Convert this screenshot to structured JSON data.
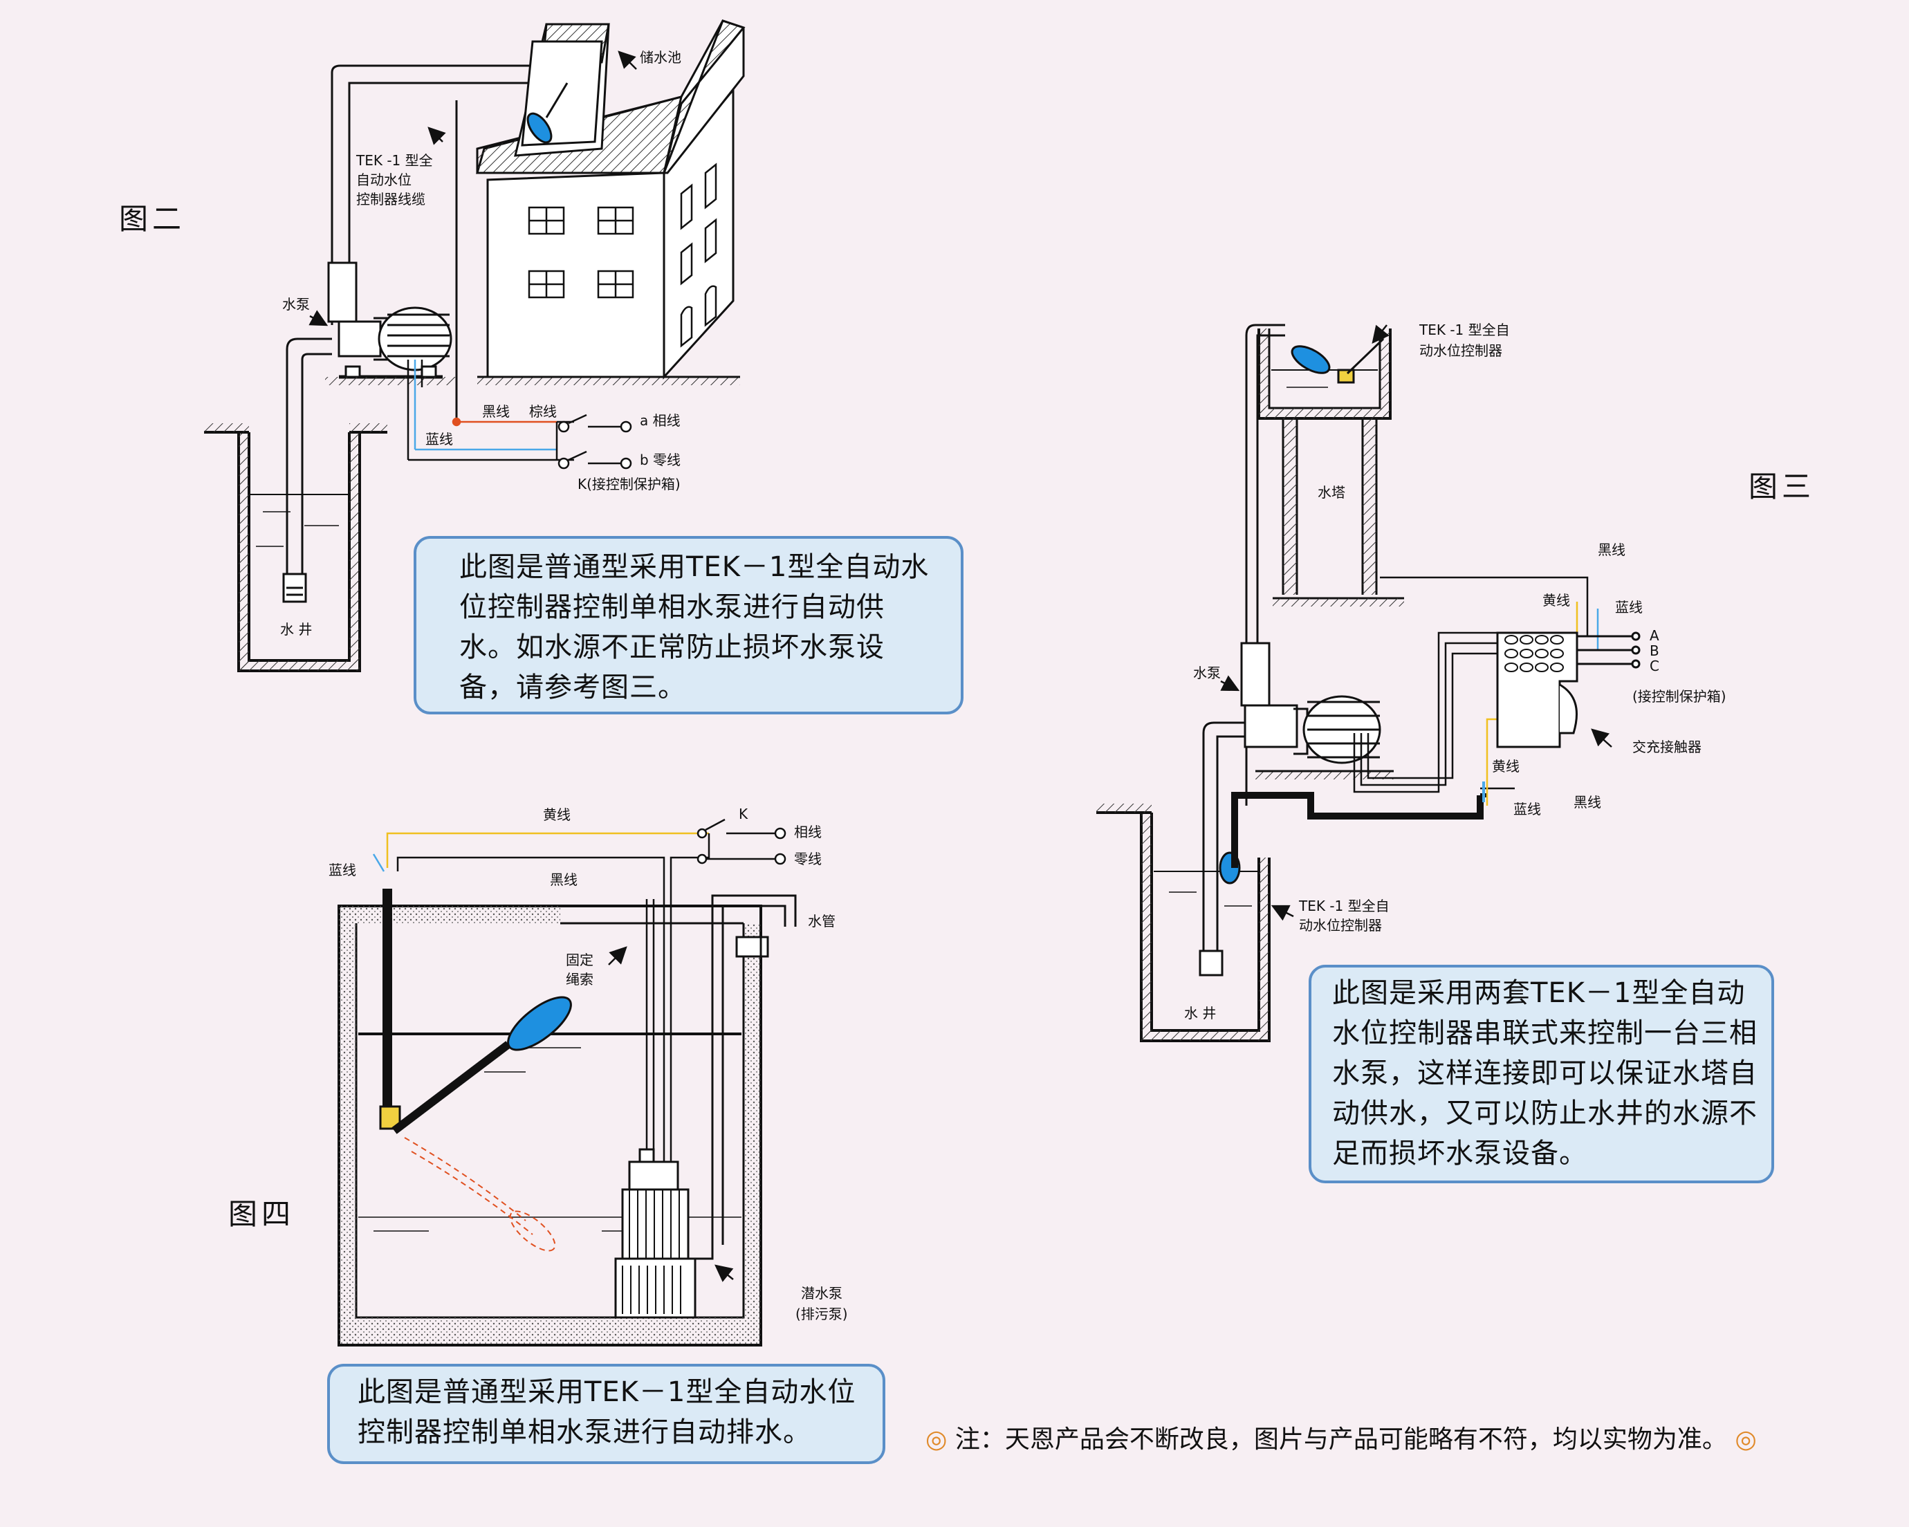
{
  "figures": {
    "fig2": {
      "title": "图二",
      "labels": {
        "tank": "储水池",
        "cable": [
          "TEK -1 型全",
          "自动水位",
          "控制器线缆"
        ],
        "pump": "水泵",
        "black": "黑线",
        "brown": "棕线",
        "blue": "蓝线",
        "phase": "a  相线",
        "neutral": "b  零线",
        "switch": "K(接控制保护箱)",
        "well": "水 井"
      },
      "note": "此图是普通型采用TEK－1型全自动水位控制器控制单相水泵进行自动供水。如水源不正常防止损坏水泵设备，请参考图三。"
    },
    "fig3": {
      "title": "图三",
      "labels": {
        "controller_top": [
          "TEK -1 型全自",
          "动水位控制器"
        ],
        "tower": "水塔",
        "black_top": "黑线",
        "yellow_top": "黄线",
        "blue_top": "蓝线",
        "A": "A",
        "B": "B",
        "C": "C",
        "box": "(接控制保护箱)",
        "contactor": "交充接触器",
        "pump": "水泵",
        "yellow_bottom": "黄线",
        "blue_bottom": "蓝线",
        "black_bottom": "黑线",
        "controller_bottom": [
          "TEK -1 型全自",
          "动水位控制器"
        ],
        "well": "水 井"
      },
      "note": "此图是采用两套TEK－1型全自动水位控制器串联式来控制一台三相水泵，这样连接即可以保证水塔自动供水，又可以防止水井的水源不足而损坏水泵设备。"
    },
    "fig4": {
      "title": "图四",
      "labels": {
        "yellow": "黄线",
        "k": "K",
        "phase": "相线",
        "neutral": "零线",
        "blue": "蓝线",
        "black": "黑线",
        "pipe": "水管",
        "rope": [
          "固定",
          "绳索"
        ],
        "pump": [
          "潜水泵",
          "(排污泵)"
        ]
      },
      "note": "此图是普通型采用TEK－1型全自动水位控制器控制单相水泵进行自动排水。"
    }
  },
  "footnote": {
    "symbol": "◎",
    "text": "注：天恩产品会不断改良，图片与产品可能略有不符，均以实物为准。"
  },
  "colors": {
    "background": "#f7eff3",
    "note_fill": "#dbeaf6",
    "note_border": "#5a8fc8",
    "float_blue": "#1e90e0",
    "yellow_wire": "#f0c020",
    "blue_wire": "#4aa8e8",
    "brown_wire": "#e05020"
  }
}
